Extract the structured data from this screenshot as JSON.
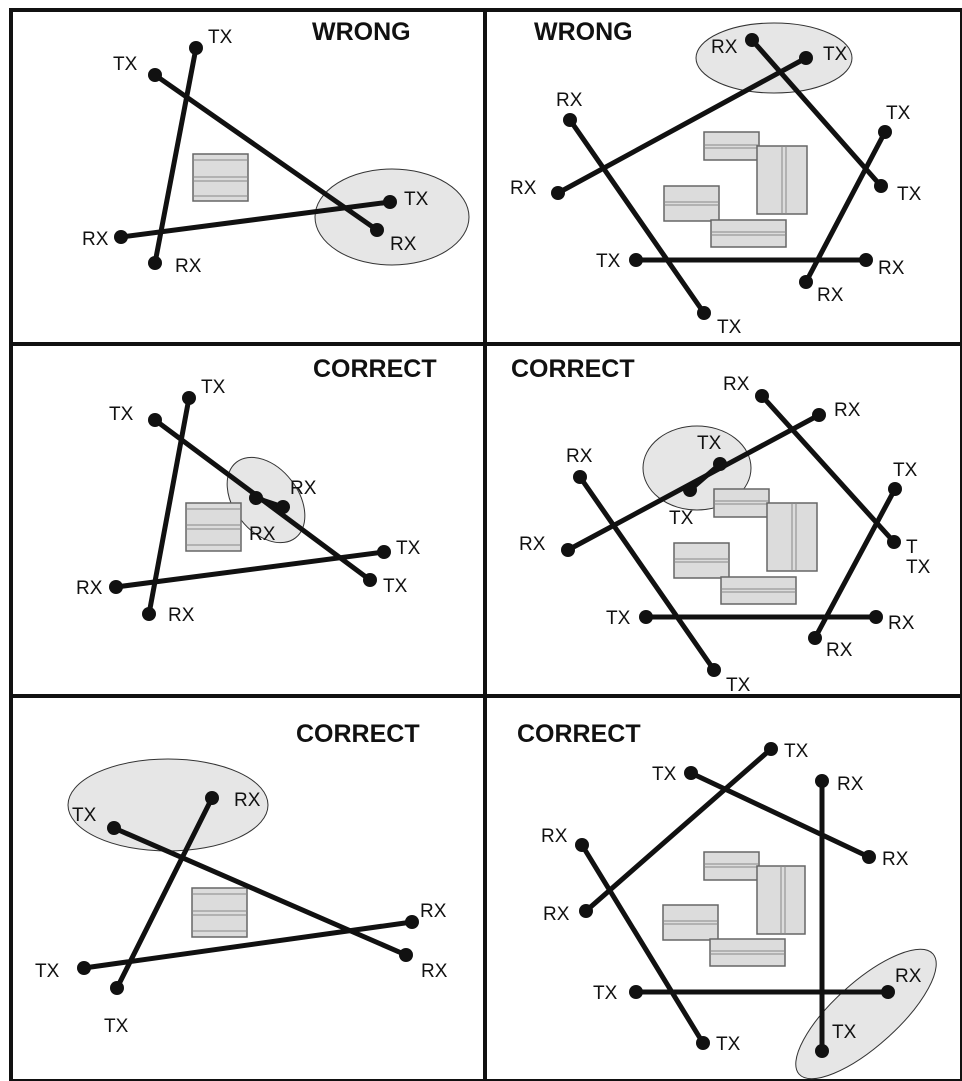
{
  "panels": [
    {
      "id": "p1",
      "title": "WRONG"
    },
    {
      "id": "p2",
      "title": "WRONG"
    },
    {
      "id": "p3",
      "title": "CORRECT"
    },
    {
      "id": "p4",
      "title": "CORRECT"
    },
    {
      "id": "p5",
      "title": "CORRECT"
    },
    {
      "id": "p6",
      "title": "CORRECT"
    }
  ],
  "labels": {
    "tx": "TX",
    "rx": "RX",
    "t": "T"
  }
}
